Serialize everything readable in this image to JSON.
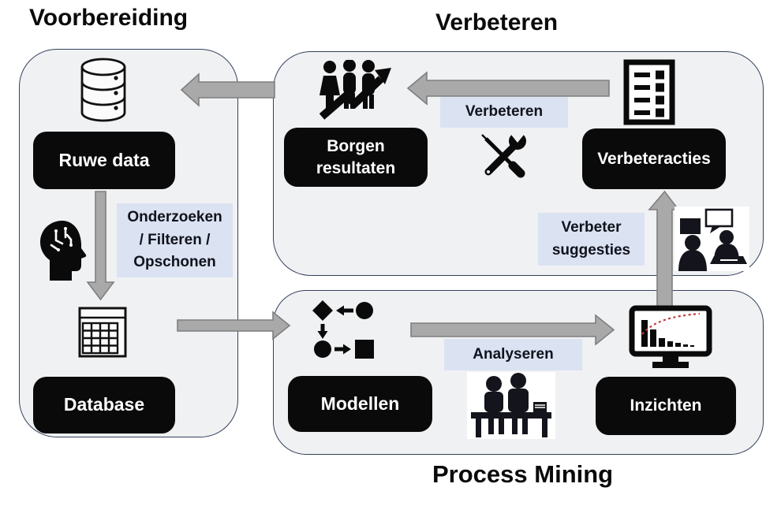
{
  "titles": {
    "preparation": "Voorbereiding",
    "improvement": "Verbeteren",
    "process_mining": "Process Mining"
  },
  "preparation": {
    "raw_data": "Ruwe data",
    "database": "Database",
    "step": {
      "line1": "Onderzoeken",
      "line2": "/ Filteren /",
      "line3": "Opschonen"
    }
  },
  "improvement": {
    "secure_results": {
      "line1": "Borgen",
      "line2": "resultaten"
    },
    "improvement_actions": "Verbeteracties",
    "improve_step": "Verbeteren",
    "suggestions_step": {
      "line1": "Verbeter",
      "line2": "suggesties"
    }
  },
  "process_mining": {
    "models": "Modellen",
    "insights": "Inzichten",
    "analyse_step": "Analyseren"
  },
  "icons": {
    "database_cylinder": "database-cylinder-icon",
    "ai_brain": "ai-brain-icon",
    "data_table": "data-table-icon",
    "team_growth": "team-growth-arrow-icon",
    "crossed_tools": "crossed-tools-icon",
    "checklist": "checklist-icon",
    "meeting_laptop": "meeting-laptop-icon",
    "process_model": "process-model-flow-icon",
    "analysts_desk": "analysts-desk-icon",
    "monitor_chart": "monitor-pareto-chart-icon"
  },
  "flows": [
    {
      "from": "Verbeteracties",
      "to": "Borgen resultaten",
      "label": "Verbeteren"
    },
    {
      "from": "Verbeteren-panel",
      "to": "Ruwe data",
      "label": ""
    },
    {
      "from": "Ruwe data",
      "to": "Database",
      "label": "Onderzoeken / Filteren / Opschonen"
    },
    {
      "from": "Database",
      "to": "Modellen",
      "label": ""
    },
    {
      "from": "Modellen",
      "to": "Inzichten",
      "label": "Analyseren"
    },
    {
      "from": "Inzichten",
      "to": "Verbeteracties",
      "label": "Verbeter suggesties"
    }
  ],
  "colors": {
    "panel_bg": "#f0f1f3",
    "panel_border": "#34405c",
    "node_bg": "#0a0a0a",
    "node_text": "#ffffff",
    "step_label_bg": "#dbe2f2",
    "step_label_text": "#10131c",
    "arrow_fill": "#a9a9a9",
    "arrow_outline": "#7f7f7f",
    "chart_line": "#c03a3a"
  }
}
